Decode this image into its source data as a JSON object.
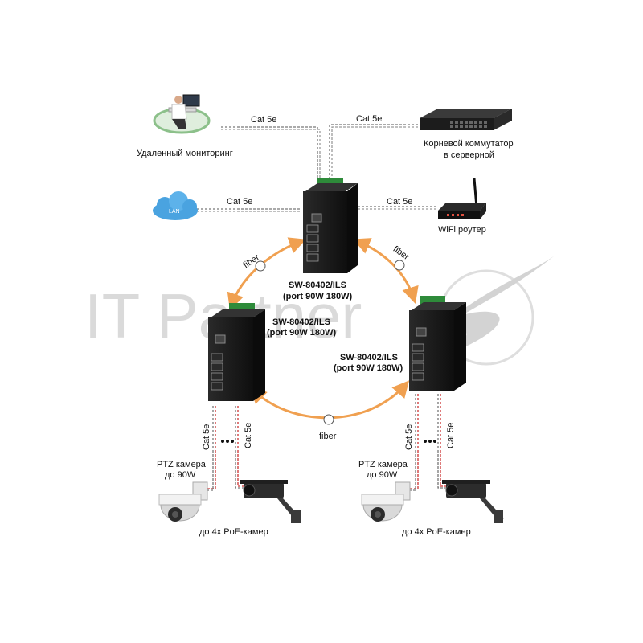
{
  "links": {
    "cat_top_left": "Cat 5e",
    "cat_top_right": "Cat 5e",
    "cat_mid_left": "Cat 5e",
    "cat_mid_right": "Cat 5e",
    "fiber_left": "fiber",
    "fiber_right": "fiber",
    "fiber_bottom": "fiber",
    "cat_vertical": [
      "Cat 5e",
      "Cat 5e",
      "Cat 5e",
      "Cat 5e"
    ]
  },
  "nodes": {
    "remote_monitoring": "Удаленный мониторинг",
    "root_switch_line1": "Корневой коммутатор",
    "root_switch_line2": "в серверной",
    "lan": "LAN",
    "wifi_router": "WiFi роутер"
  },
  "switches": {
    "top": {
      "model": "SW-80402/ILS",
      "ports": "(port 90W 180W)"
    },
    "left": {
      "model": "SW-80402/ILS",
      "ports": "(port 90W 180W)"
    },
    "right": {
      "model": "SW-80402/ILS",
      "ports": "(port 90W 180W)"
    }
  },
  "cameras": {
    "left": {
      "ptz_line1": "PTZ камера",
      "ptz_line2": "до 90W",
      "poe": "до 4x PoE-камер"
    },
    "right": {
      "ptz_line1": "PTZ камера",
      "ptz_line2": "до 90W",
      "poe": "до 4x PoE-камер"
    }
  },
  "watermark": {
    "text": "IT Partner"
  },
  "colors": {
    "fiber": "#f0a050",
    "cable": "#777777",
    "switch": "#1b1b1b",
    "terminal": "#2e8b3a"
  }
}
